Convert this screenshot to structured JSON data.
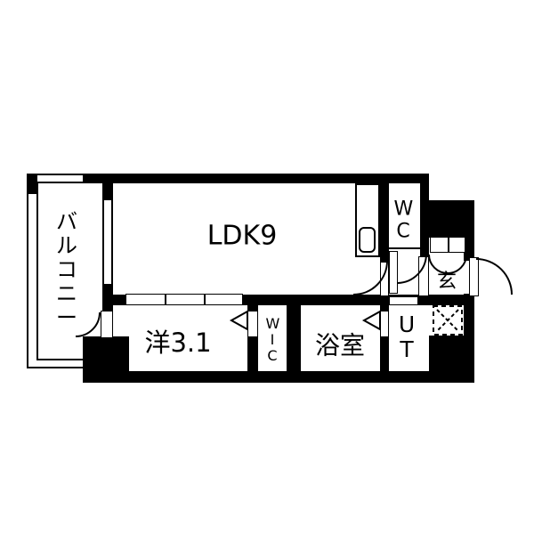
{
  "plan": {
    "type": "apartment-floor-plan",
    "rooms": {
      "balcony": {
        "label": "バルコニー"
      },
      "ldk": {
        "label": "LDK9"
      },
      "western": {
        "label": "洋3.1"
      },
      "wic": {
        "label": "WIC"
      },
      "bath": {
        "label": "浴室"
      },
      "utility": {
        "label": "UT"
      },
      "toilet": {
        "label": "WC"
      },
      "entrance": {
        "label": "玄"
      }
    },
    "colors": {
      "wall": "#000000",
      "floor": "#ffffff",
      "line": "#000000"
    },
    "icons": {
      "washing_machine_spot": "dashed-square-x",
      "kitchen_sink": "rounded-rect",
      "door_swing": "quarter-arc",
      "door_direction": "left-triangle"
    }
  }
}
